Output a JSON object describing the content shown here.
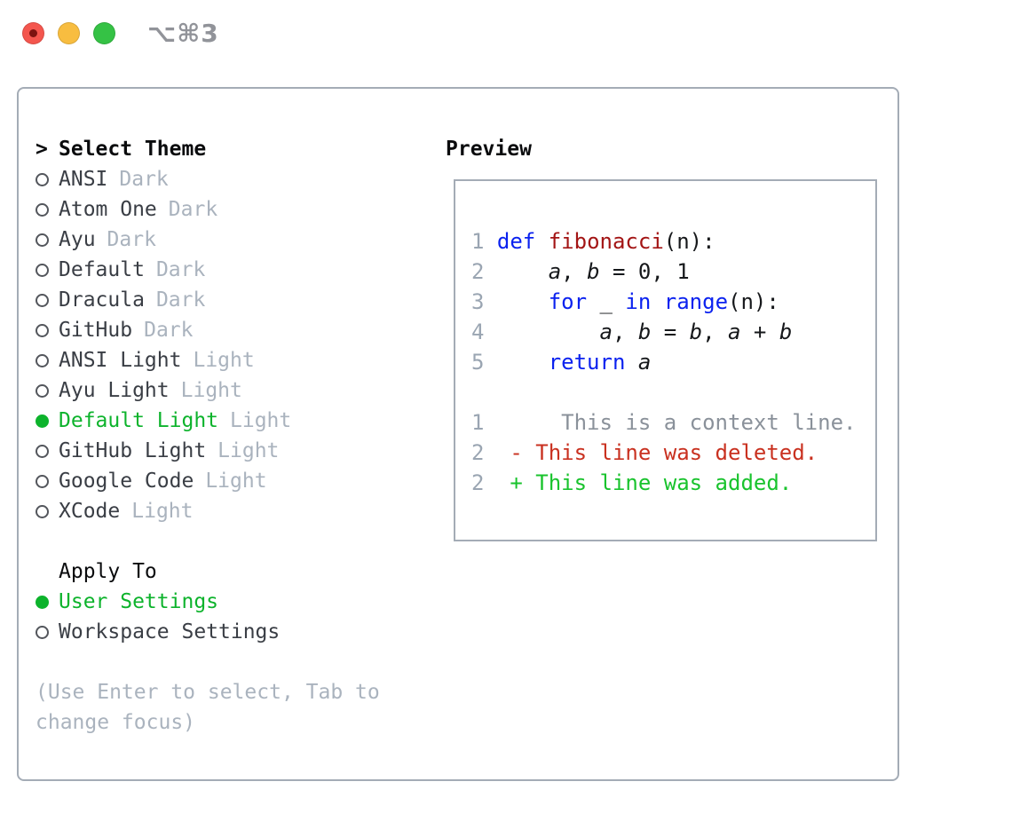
{
  "window": {
    "title": "⌥⌘3"
  },
  "colors": {
    "green": "#0db32c",
    "muted": "#aab3be",
    "kw": "#0b22ef",
    "fn": "#a31515",
    "lnum": "#9aa5b2",
    "ctx": "#8a919a",
    "del": "#c93120",
    "add": "#19c32d",
    "border": "#a4acb6",
    "traffic_red": "#f4564e",
    "traffic_yellow": "#f8bd40",
    "traffic_green": "#35c245"
  },
  "theme_list": {
    "prompt": ">",
    "header": "Select Theme",
    "items": [
      {
        "name": "ANSI",
        "tag": "Dark",
        "selected": false
      },
      {
        "name": "Atom One",
        "tag": "Dark",
        "selected": false
      },
      {
        "name": "Ayu",
        "tag": "Dark",
        "selected": false
      },
      {
        "name": "Default",
        "tag": "Dark",
        "selected": false
      },
      {
        "name": "Dracula",
        "tag": "Dark",
        "selected": false
      },
      {
        "name": "GitHub",
        "tag": "Dark",
        "selected": false
      },
      {
        "name": "ANSI Light",
        "tag": "Light",
        "selected": false
      },
      {
        "name": "Ayu Light",
        "tag": "Light",
        "selected": false
      },
      {
        "name": "Default Light",
        "tag": "Light",
        "selected": true
      },
      {
        "name": "GitHub Light",
        "tag": "Light",
        "selected": false
      },
      {
        "name": "Google Code",
        "tag": "Light",
        "selected": false
      },
      {
        "name": "XCode",
        "tag": "Light",
        "selected": false
      }
    ]
  },
  "apply_to": {
    "header": "Apply To",
    "options": [
      {
        "label": "User Settings",
        "selected": true
      },
      {
        "label": "Workspace Settings",
        "selected": false
      }
    ]
  },
  "hint": {
    "lines": [
      "(Use Enter to select, Tab to",
      "change focus)"
    ]
  },
  "preview": {
    "header": "Preview",
    "code_lines": [
      {
        "num": "1",
        "tokens": [
          {
            "t": " ",
            "c": "pl"
          },
          {
            "t": "def",
            "c": "kw"
          },
          {
            "t": " ",
            "c": "pl"
          },
          {
            "t": "fibonacci",
            "c": "fn"
          },
          {
            "t": "(n):",
            "c": "pl"
          }
        ]
      },
      {
        "num": "2",
        "tokens": [
          {
            "t": "     ",
            "c": "pl"
          },
          {
            "t": "a",
            "c": "var"
          },
          {
            "t": ", ",
            "c": "pl"
          },
          {
            "t": "b",
            "c": "var"
          },
          {
            "t": " = 0, 1",
            "c": "pl"
          }
        ]
      },
      {
        "num": "3",
        "tokens": [
          {
            "t": "     ",
            "c": "pl"
          },
          {
            "t": "for",
            "c": "kw"
          },
          {
            "t": " _ ",
            "c": "pl"
          },
          {
            "t": "in",
            "c": "kw"
          },
          {
            "t": " ",
            "c": "pl"
          },
          {
            "t": "range",
            "c": "kw"
          },
          {
            "t": "(n):",
            "c": "pl"
          }
        ]
      },
      {
        "num": "4",
        "tokens": [
          {
            "t": "         ",
            "c": "pl"
          },
          {
            "t": "a",
            "c": "var"
          },
          {
            "t": ", ",
            "c": "pl"
          },
          {
            "t": "b",
            "c": "var"
          },
          {
            "t": " = ",
            "c": "pl"
          },
          {
            "t": "b",
            "c": "var"
          },
          {
            "t": ", ",
            "c": "pl"
          },
          {
            "t": "a",
            "c": "var"
          },
          {
            "t": " + ",
            "c": "pl"
          },
          {
            "t": "b",
            "c": "var"
          }
        ]
      },
      {
        "num": "5",
        "tokens": [
          {
            "t": "     ",
            "c": "pl"
          },
          {
            "t": "return",
            "c": "kw"
          },
          {
            "t": " ",
            "c": "pl"
          },
          {
            "t": "a",
            "c": "var"
          }
        ]
      }
    ],
    "diff_lines": [
      {
        "num": "1",
        "tokens": [
          {
            "t": "      This is a context line.",
            "c": "ctx"
          }
        ]
      },
      {
        "num": "2",
        "tokens": [
          {
            "t": "  - This line was deleted.",
            "c": "del"
          }
        ]
      },
      {
        "num": "2",
        "tokens": [
          {
            "t": "  + This line was added.",
            "c": "add"
          }
        ]
      }
    ]
  }
}
